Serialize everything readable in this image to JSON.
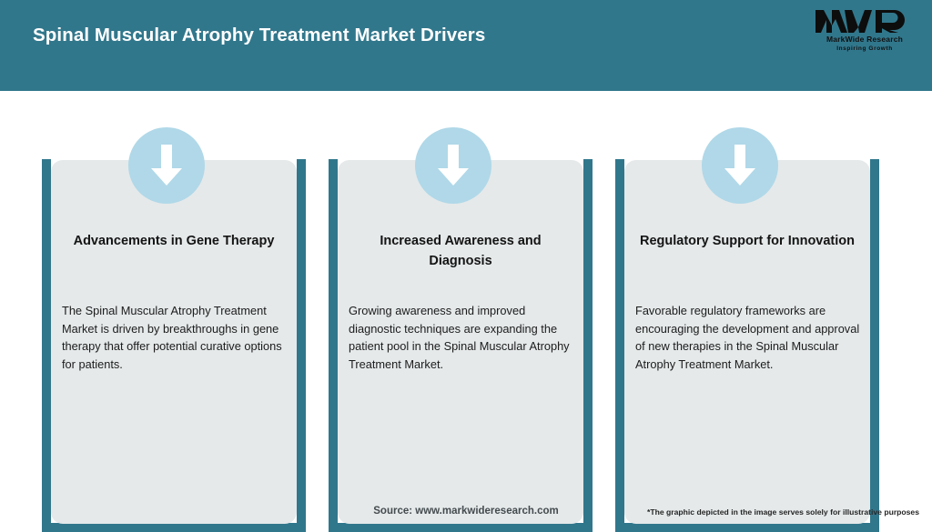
{
  "header": {
    "title": "Spinal Muscular Atrophy Treatment Market Drivers",
    "background_color": "#31778C",
    "title_color": "#FFFFFF",
    "logo": {
      "mark_text": "MWR",
      "name": "MarkWide Research",
      "tagline": "Inspiring Growth"
    }
  },
  "theme": {
    "accent_teal": "#31778C",
    "panel_gray": "#E5E9EA",
    "circle_blue": "#B0D8E8",
    "page_background": "#FFFFFF"
  },
  "cards": [
    {
      "icon": "down-arrow-icon",
      "heading": "Advancements in Gene Therapy",
      "body": "The Spinal Muscular Atrophy Treatment Market is driven by breakthroughs in gene therapy that offer potential curative options for patients."
    },
    {
      "icon": "down-arrow-icon",
      "heading": "Increased Awareness and Diagnosis",
      "body": "Growing awareness and improved diagnostic techniques are expanding the patient pool in the Spinal Muscular Atrophy Treatment Market."
    },
    {
      "icon": "down-arrow-icon",
      "heading": "Regulatory Support for Innovation",
      "body": "Favorable regulatory frameworks are encouraging the development and approval of new therapies in the Spinal Muscular Atrophy Treatment Market."
    }
  ],
  "footer": {
    "source": "Source: www.markwideresearch.com",
    "disclaimer": "*The graphic depicted in the image serves solely for illustrative purposes"
  }
}
